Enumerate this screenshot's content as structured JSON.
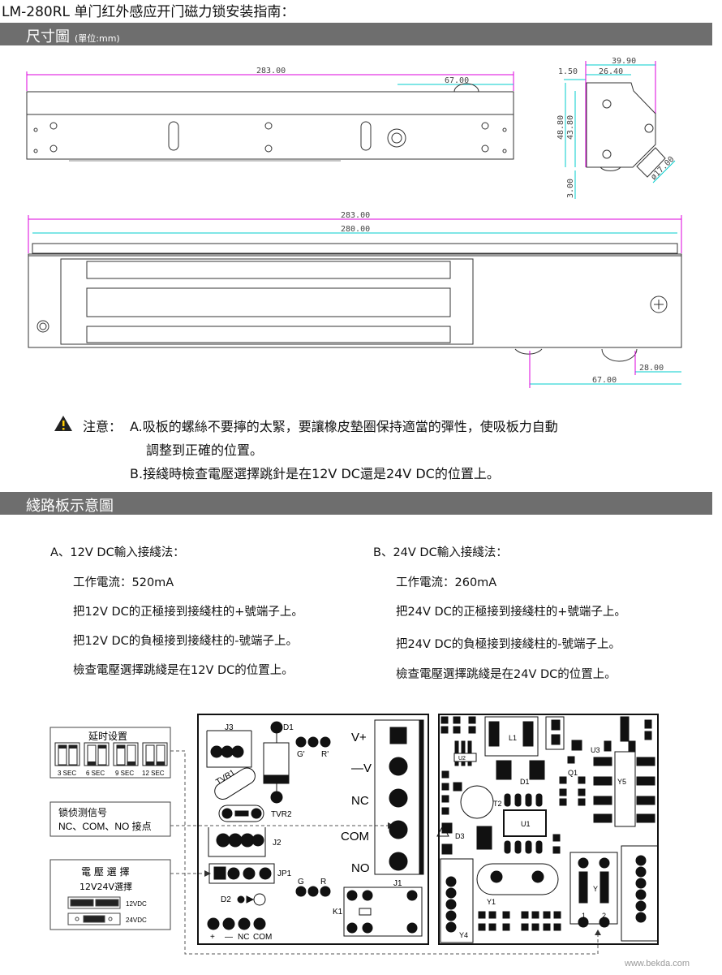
{
  "title": "LM-280RL 单门红外感应开门磁力锁安装指南：",
  "section1": {
    "label": "尺寸圖",
    "unit": "(單位:mm)"
  },
  "drawing_top": {
    "width": "283.00",
    "offset": "67.00"
  },
  "side_view": {
    "d1": "39.90",
    "d2": "26.40",
    "d3": "1.50",
    "h1": "48.80",
    "h2": "43.80",
    "h3": "3.00",
    "dia": "ø17.00"
  },
  "drawing_bottom": {
    "w1": "283.00",
    "w2": "280.00",
    "o1": "28.00",
    "o2": "67.00"
  },
  "notes": {
    "label": "注意：",
    "a1": "A.吸板的螺絲不要擰的太緊，要讓橡皮墊圈保持適當的彈性，使吸板力自動",
    "a2": "調整到正確的位置。",
    "b": "B.接綫時檢查電壓選擇跳針是在12V DC還是24V DC的位置上。"
  },
  "section2": {
    "label": "綫路板示意圖"
  },
  "wiring": {
    "a": {
      "title": "A、12V DC輸入接綫法：",
      "current": "工作電流：520mA",
      "pos": "把12V DC的正極接到接綫柱的+號端子上。",
      "neg": "把12V DC的負極接到接綫柱的-號端子上。",
      "check": "檢查電壓選擇跳綫是在12V DC的位置上。"
    },
    "b": {
      "title": "B、24V DC輸入接綫法：",
      "current": "工作電流：260mA",
      "pos": "把24V DC的正極接到接綫柱的+號端子上。",
      "neg": "把24V DC的負極接到接綫柱的-號端子上。",
      "check": "檢查電壓選擇跳綫是在24V DC的位置上。"
    }
  },
  "legend": {
    "delay": {
      "title": "延时设置",
      "opts": [
        "3 SEC",
        "6 SEC",
        "9 SEC",
        "12 SEC"
      ]
    },
    "signal": {
      "line1": "锁侦测信号",
      "line2": "NC、COM、NO 接点"
    },
    "voltage": {
      "title": "電 壓 選 擇",
      "sub": "12V24V選擇",
      "v12": "12VDC",
      "v24": "24VDC"
    }
  },
  "pcb": {
    "J3": "J3",
    "D1": "D1",
    "G1": "G'",
    "R1": "R'",
    "TVR1": "TVR1",
    "TVR2": "TVR2",
    "J2": "J2",
    "JP1": "JP1",
    "G": "G",
    "R": "R",
    "D2": "D2",
    "J1": "J1",
    "K1": "K1",
    "terms": [
      "V+",
      "—V",
      "NC",
      "COM",
      "NO"
    ],
    "bottom": [
      "+",
      "—",
      "NC",
      "COM"
    ],
    "right": [
      "L1",
      "U2",
      "U3",
      "Q1",
      "Y5",
      "D1",
      "T2",
      "U1",
      "D3",
      "Y1",
      "Y4",
      "Y",
      "1",
      "2"
    ]
  },
  "watermark": "www.bekda.com"
}
